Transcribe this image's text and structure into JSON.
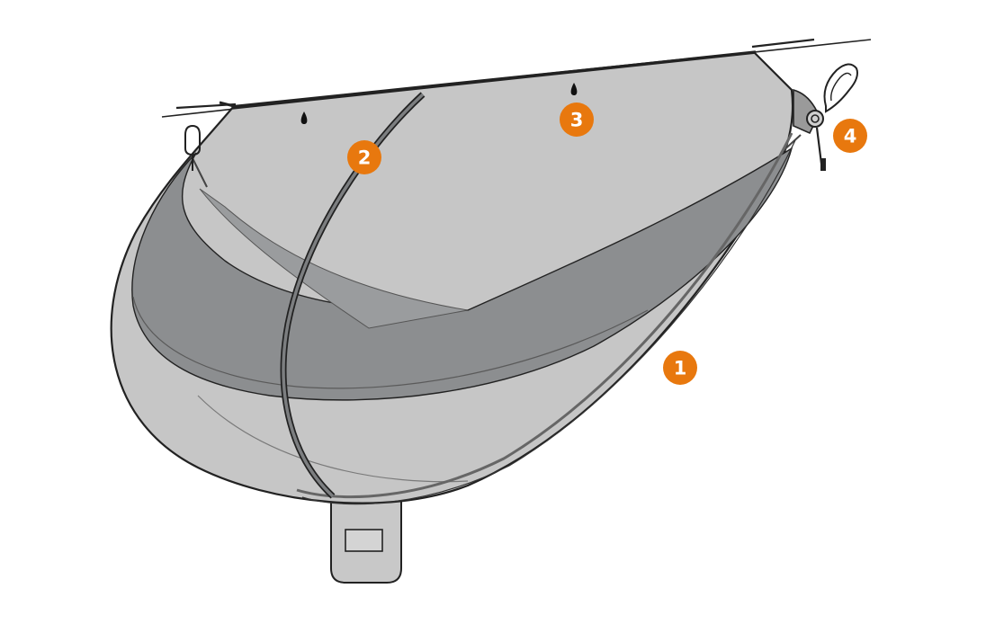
{
  "colors": {
    "callout": "#e8780e",
    "net_fill": "#c6c6c6",
    "hammock_fill": "#8c8e90",
    "outline": "#222222",
    "background": "#ffffff"
  },
  "callouts": [
    {
      "label": "1",
      "target": "zipper-edge"
    },
    {
      "label": "2",
      "target": "ridgeline-strap"
    },
    {
      "label": "3",
      "target": "hanging-loops"
    },
    {
      "label": "4",
      "target": "end-carabiner-cinch"
    }
  ],
  "icons": [
    "carabiner-icon",
    "cord-lock-icon",
    "drip-loop-icon",
    "stuff-sack-icon"
  ]
}
